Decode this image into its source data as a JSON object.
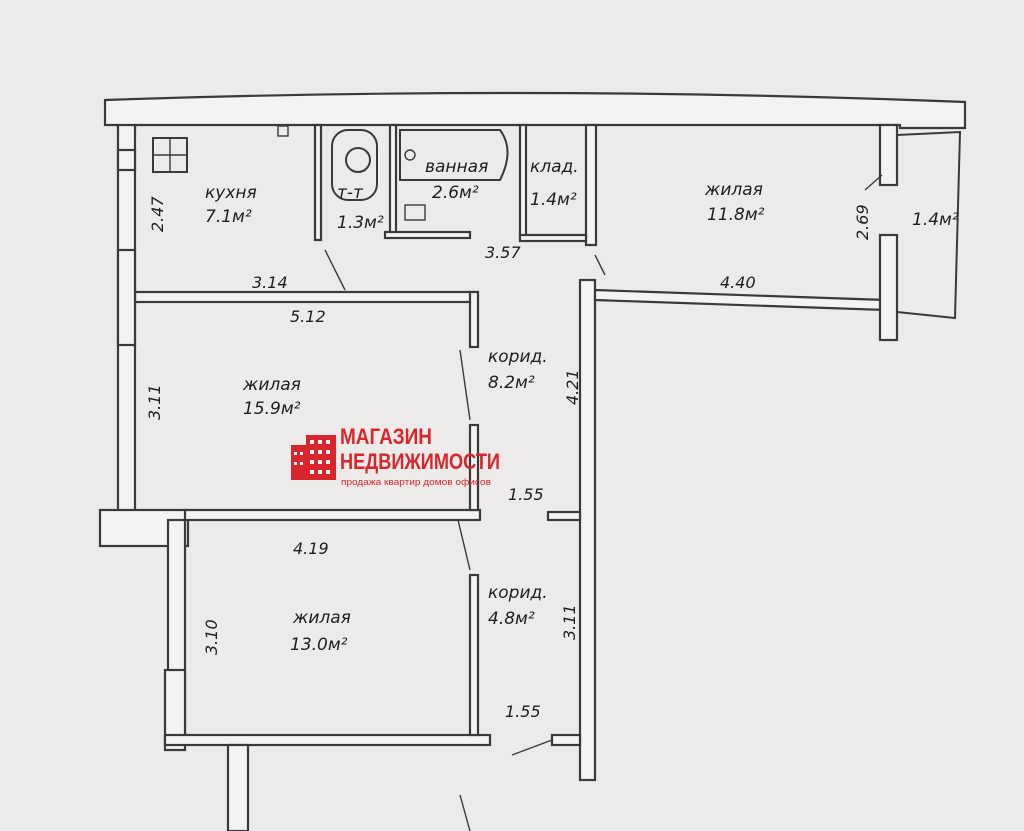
{
  "rooms": {
    "kitchen": {
      "name": "кухня",
      "area": "7.1м²"
    },
    "toilet": {
      "name": "т-т",
      "area": "1.3м²"
    },
    "bath": {
      "name": "ванная",
      "area": "2.6м²"
    },
    "storage": {
      "name": "клад.",
      "area": "1.4м²"
    },
    "living1": {
      "name": "жилая",
      "area": "11.8м²"
    },
    "balcony": {
      "area": "1.4м²"
    },
    "living2": {
      "name": "жилая",
      "area": "15.9м²"
    },
    "corridor1": {
      "name": "корид.",
      "area": "8.2м²"
    },
    "living3": {
      "name": "жилая",
      "area": "13.0м²"
    },
    "corridor2": {
      "name": "корид.",
      "area": "4.8м²"
    }
  },
  "dimensions": {
    "kitchen_h": "2.47",
    "kitchen_w": "3.14",
    "bath_w": "3.57",
    "living1_w": "4.40",
    "balcony_h": "2.69",
    "living2_w": "5.12",
    "living2_h": "3.11",
    "corridor1_h": "4.21",
    "corridor1_w": "1.55",
    "living3_w": "4.19",
    "living3_h": "3.10",
    "corridor2_h": "3.11",
    "corridor2_w": "1.55"
  },
  "watermark": {
    "line1": "МАГАЗИН",
    "line2": "НЕДВИЖИМОСТИ",
    "tagline": "продажа квартир домов офисов",
    "color": "#d9262c"
  }
}
